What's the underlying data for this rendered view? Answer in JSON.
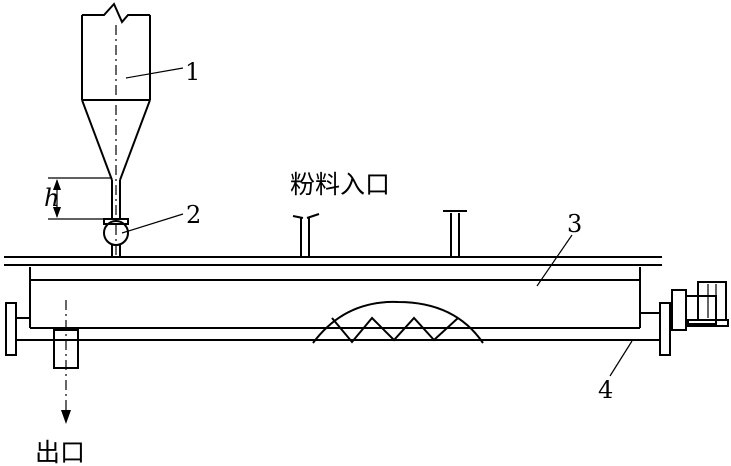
{
  "labels": {
    "part1": "1",
    "part2": "2",
    "part3": "3",
    "part4": "4",
    "height": "h",
    "powder_inlet": "粉料入口",
    "outlet": "出口"
  }
}
